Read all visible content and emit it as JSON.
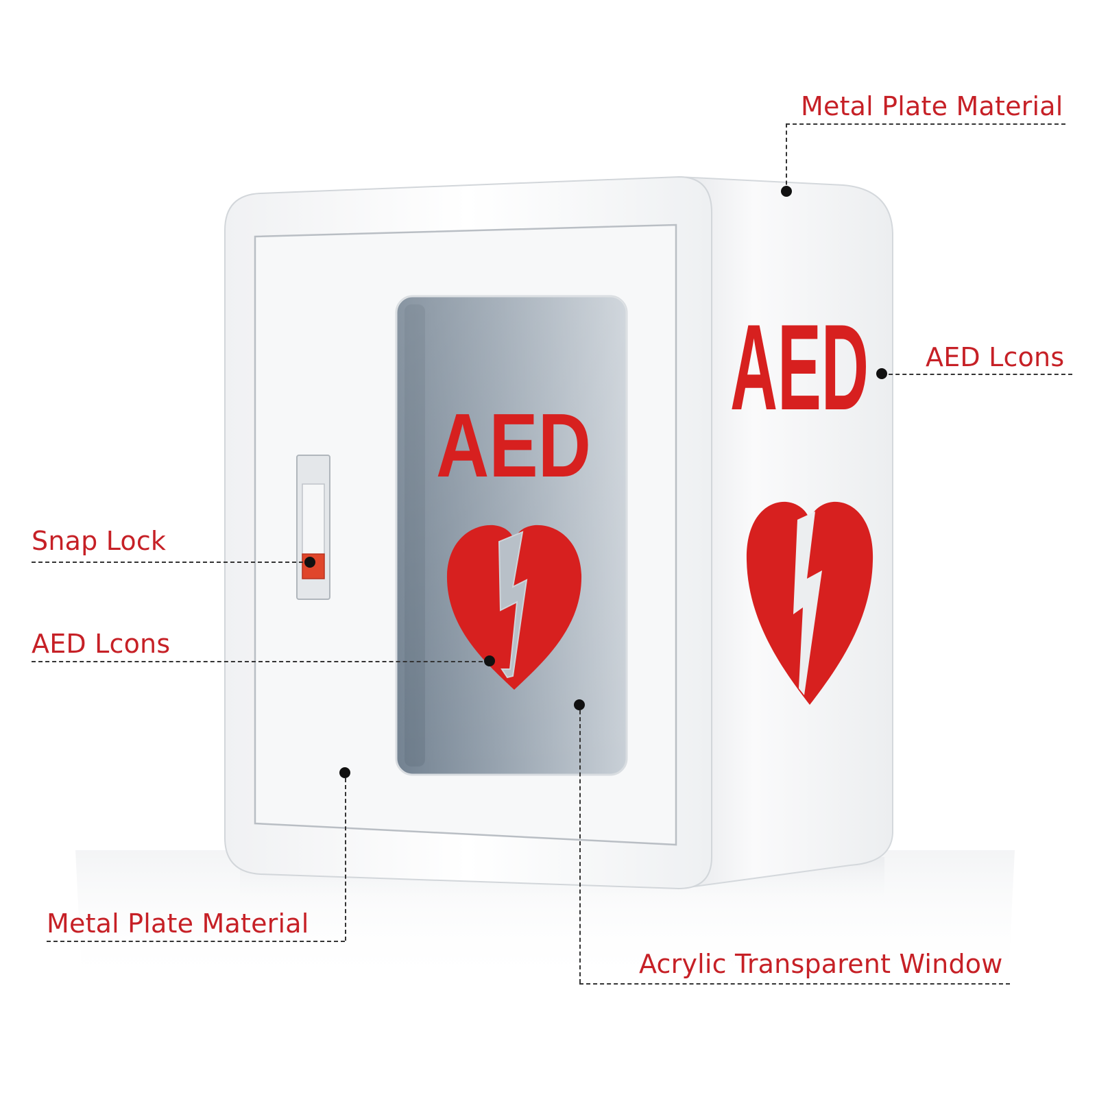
{
  "cabinet": {
    "front_window_text": "AED",
    "side_panel_text": "AED",
    "colors": {
      "brand_red": "#d7201f",
      "body_white": "#f4f5f7",
      "window_gray": "#8d99a6"
    }
  },
  "callouts": {
    "metal_plate_top": "Metal Plate Material",
    "aed_icons_side": "AED Lcons",
    "snap_lock": "Snap Lock",
    "aed_icons_front": "AED Lcons",
    "metal_plate_bottom": "Metal Plate Material",
    "acrylic_window": "Acrylic Transparent Window"
  },
  "icons": [
    "heart-bolt-icon",
    "lock-icon"
  ]
}
